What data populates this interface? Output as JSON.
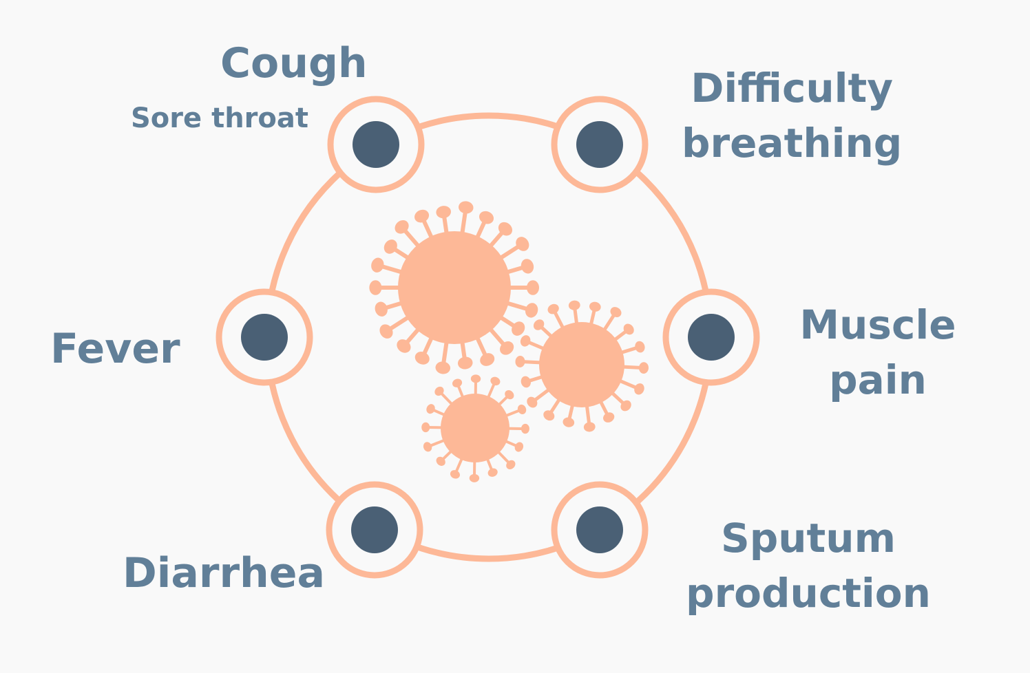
{
  "colors": {
    "background": "#f9f9f9",
    "accent": "#fdb897",
    "dot": "#4a6075",
    "label": "#617f98"
  },
  "symptoms": {
    "cough": "Cough",
    "sore_throat": "Sore throat",
    "difficulty_breathing": [
      "Difficulty",
      "breathing"
    ],
    "muscle_pain": [
      "Muscle",
      "pain"
    ],
    "fever": "Fever",
    "diarrhea": "Diarrhea",
    "sputum_production": [
      "Sputum",
      "production"
    ]
  },
  "icons": [
    "virus-icon",
    "virus-icon",
    "virus-icon"
  ]
}
